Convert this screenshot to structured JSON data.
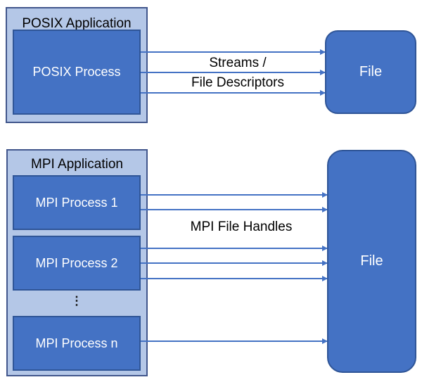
{
  "colors": {
    "background": "#ffffff",
    "app_fill": "#b4c7e7",
    "app_border": "#41568c",
    "process_fill": "#4472c4",
    "process_border": "#2f5597",
    "process_text": "#ffffff",
    "arrow": "#4472c4",
    "label_text": "#000000"
  },
  "posix_section": {
    "app_title": "POSIX Application",
    "process_label": "POSIX Process",
    "file_label": "File",
    "arrow_label_line1": "Streams /",
    "arrow_label_line2": "File Descriptors",
    "arrow_count": 3
  },
  "mpi_section": {
    "app_title": "MPI Application",
    "process_labels": [
      "MPI Process 1",
      "MPI Process 2",
      "MPI Process n"
    ],
    "ellipsis": "⋮",
    "file_label": "File",
    "arrow_label": "MPI File Handles",
    "arrow_count": 6
  }
}
